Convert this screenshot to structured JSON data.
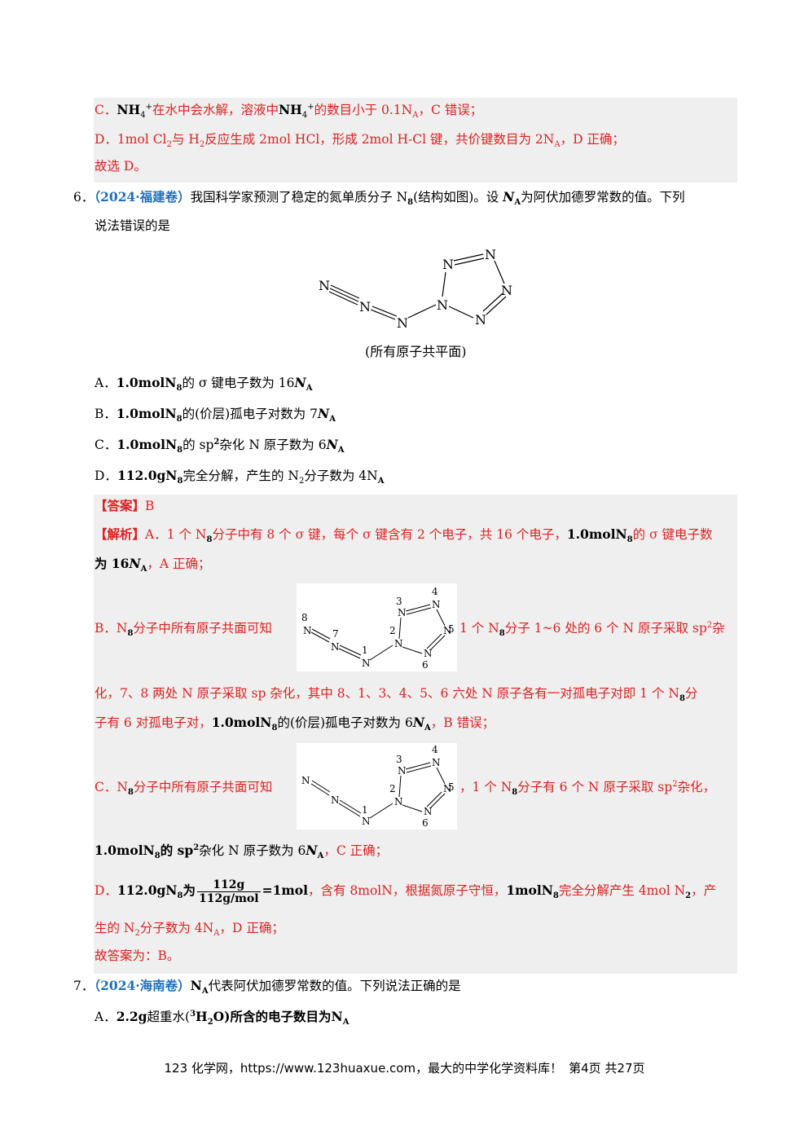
{
  "prev": {
    "c_prefix": "C．",
    "c_formula": "NH",
    "c_text1": "在水中会水解，溶液中",
    "c_text2": "的数目小于 0.1N",
    "c_text3": "，C 错误；",
    "d_text": "D．1mol Cl",
    "d_text2": "与 H",
    "d_text3": "反应生成 2mol HCl，形成 2mol H-Cl 键，共价键数目为 2N",
    "d_text4": "，D 正确；",
    "conclusion": "故选 D。"
  },
  "q6": {
    "num": "6．",
    "source": "（2024·福建卷）",
    "stem1": "我国科学家预测了稳定的氮单质分子 N",
    "stem1b": "(结构如图)。设 ",
    "stem1c": "N",
    "stem1d": "为阿伏加德罗常数的值。下列",
    "stem2": "说法错误的是",
    "figure_caption": "(所有原子共平面)",
    "options": [
      {
        "label": "A．",
        "text": "1.0molN",
        "rest": "的 σ 键电子数为 16",
        "tail": "N"
      },
      {
        "label": "B．",
        "text": "1.0molN",
        "rest": "的(价层)孤电子对数为 7",
        "tail": "N"
      },
      {
        "label": "C．",
        "text": "1.0molN",
        "rest": "的 sp",
        "rest2": "杂化 N 原子数为 6",
        "tail": "N"
      },
      {
        "label": "D．",
        "text": "112.0gN",
        "rest": "完全分解，产生的 N",
        "rest2": "分子数为 4N"
      }
    ],
    "answer_label": "【答案】",
    "answer": "B",
    "analysis_label": "【解析】",
    "a_line1": "A．1 个 N",
    "a_line1b": "分子中有 8 个 σ 键，每个 σ 键含有 2 个电子，共 16 个电子，",
    "a_line1c": "1.0molN",
    "a_line1d": "的 σ 键电子数",
    "a_line2": "为 16",
    "a_line2b": "，A 正确；",
    "b_line1": "B．N",
    "b_line1b": "分子中所有原子共面可知",
    "b_line1c": "1 个 N",
    "b_line1d": "分子 1~6 处的 6 个 N 原子采取 sp",
    "b_line1e": "杂",
    "b_line2": "化，7、8 两处 N 原子采取 sp 杂化，其中 8、1、3、4、5、6 六处 N 原子各有一对孤电子对即 1 个 N",
    "b_line2b": "分",
    "b_line3": "子有 6 对孤电子对，",
    "b_line3b": "1.0molN",
    "b_line3c": "的(价层)孤电子对数为 6",
    "b_line3d": "，B 错误；",
    "c_line1": "C．N",
    "c_line1b": "分子中所有原子共面可知",
    "c_line1c": "，1 个 N",
    "c_line1d": "分子有 6 个 N 原子采取 sp",
    "c_line1e": "杂化，",
    "c_line2": "1.0molN",
    "c_line2b": "的 sp",
    "c_line2c": "杂化 N 原子数为 6",
    "c_line2d": "，C 正确；",
    "d_line1": "D．",
    "d_line1b": "112.0gN",
    "d_line1c": "为",
    "d_frac_num": "112g",
    "d_frac_den": "112g/mol",
    "d_line1d": "=1mol",
    "d_line1e": "，含有 8molN，根据氮原子守恒，",
    "d_line1f": "1molN",
    "d_line1g": "完全分解产生 4mol  N",
    "d_line1h": "，产",
    "d_line2": "生的 N",
    "d_line2b": "分子数为 4N",
    "d_line2c": "，D 正确；",
    "conclusion": "故答案为：B。"
  },
  "q7": {
    "num": "7．",
    "source": "（2024·海南卷）",
    "stem": "代表阿伏加德罗常数的值。下列说法正确的是",
    "stem_na": "N",
    "option_a_label": "A．",
    "option_a": "2.2g",
    "option_a2": "超重水(",
    "option_a3": "H",
    "option_a4": "O)所含的电子数目为",
    "option_a5": "N"
  },
  "footer": {
    "site": "123 化学网，https://www.123huaxue.com，最大的中学化学资料库！",
    "page": "第4页  共27页"
  },
  "labels": {
    "A": "A",
    "sub8": "8",
    "sub2": "2",
    "sup2": "2",
    "sup3": "3",
    "sub4": "4",
    "plus": "+",
    "n": "N",
    "n1": "1",
    "n2": "2",
    "n3": "3",
    "n4": "4",
    "n5": "5",
    "n6": "6",
    "n7": "7",
    "n8": "8"
  }
}
